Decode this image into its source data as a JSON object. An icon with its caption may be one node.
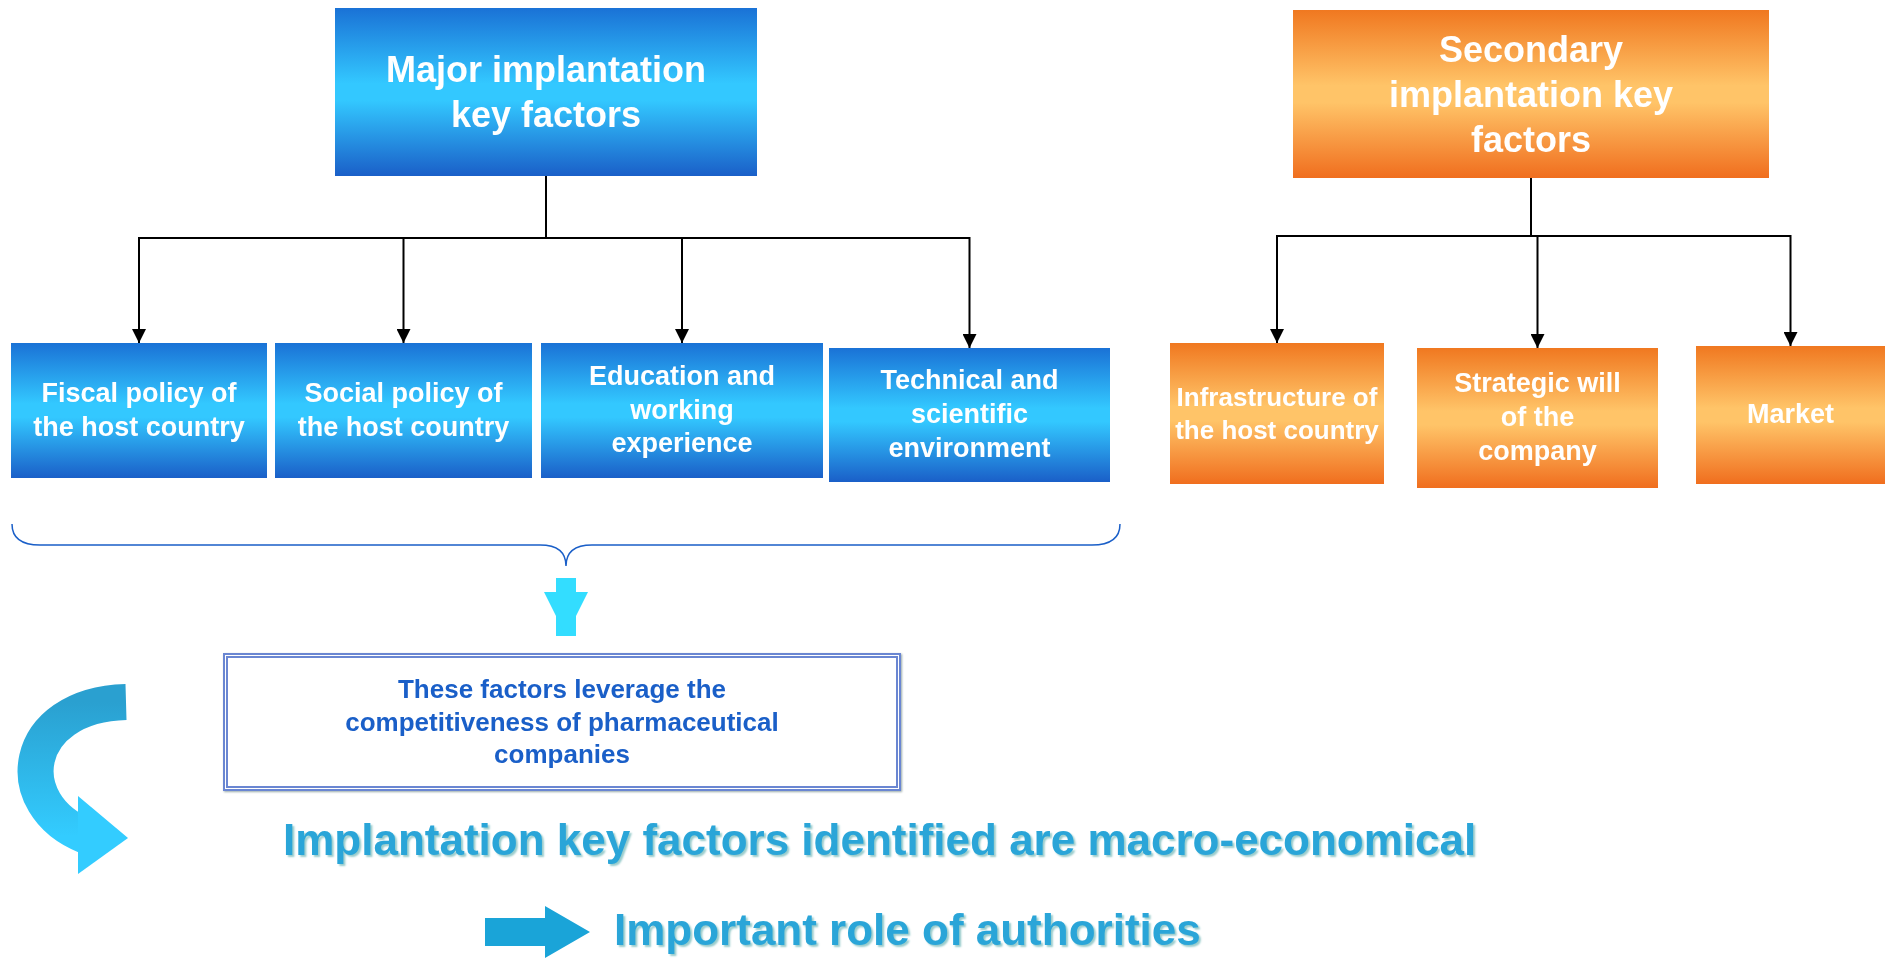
{
  "diagram": {
    "nodes": [
      {
        "text": [
          "Major implantation key factors"
        ]
      },
      {
        "text": [
          "Secondary implantation key factors"
        ]
      },
      {
        "text": [
          "Fiscal policy of the host country"
        ]
      },
      {
        "text": [
          "Social policy of the host country"
        ]
      },
      {
        "text": [
          "Education and working experience"
        ]
      },
      {
        "text": [
          "Technical and scientific environment"
        ]
      },
      {
        "text": [
          "Infrastructure of the host country"
        ]
      },
      {
        "text": [
          "Strategic will of the company"
        ]
      },
      {
        "text": [
          "Market"
        ]
      },
      {
        "text": [
          "These factors leverage the competitiveness of pharmaceutical companies"
        ]
      },
      {
        "text": [],
        "shape": "brace"
      }
    ],
    "edges": [
      {
        "from": 0,
        "to": 2,
        "arrow": "to"
      },
      {
        "from": 0,
        "to": 3,
        "arrow": "to"
      },
      {
        "from": 0,
        "to": 4,
        "arrow": "to"
      },
      {
        "from": 0,
        "to": 5,
        "arrow": "to"
      },
      {
        "from": 1,
        "to": 6,
        "arrow": "to"
      },
      {
        "from": 1,
        "to": 7,
        "arrow": "to"
      },
      {
        "from": 1,
        "to": 8,
        "arrow": "to"
      },
      {
        "from": 10,
        "to": 9,
        "arrow": "to",
        "style": "thick",
        "color": "#33ddff"
      }
    ],
    "labels": [
      "Implantation key factors identified are macro-economical",
      "Important role of authorities"
    ]
  }
}
